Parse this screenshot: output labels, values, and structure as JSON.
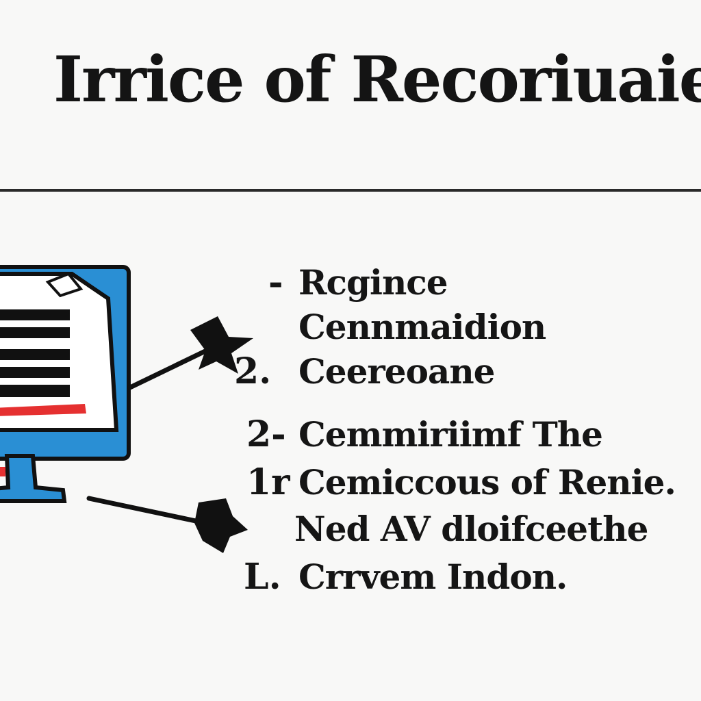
{
  "title": "Irrice of Recoriuaiee",
  "colors": {
    "monitor_frame": "#2a8fd4",
    "highlight_bar": "#e53030",
    "ink": "#141414"
  },
  "icons": {
    "monitor": "monitor-icon",
    "arrows": "arrow-right-icon"
  },
  "list": [
    {
      "marker": "-",
      "text": "Rcgince"
    },
    {
      "marker": "",
      "text": "Cennmaidion"
    },
    {
      "marker": "2.",
      "text": "Ceereoane"
    },
    {
      "marker": "2-",
      "text": "Cemmiriimf The"
    },
    {
      "marker": "1r",
      "text": "Cemiccous of Renie."
    },
    {
      "marker": "",
      "text": "Ned AV dloifceethe"
    },
    {
      "marker": "L.",
      "text": "Crrvem Indon."
    }
  ]
}
